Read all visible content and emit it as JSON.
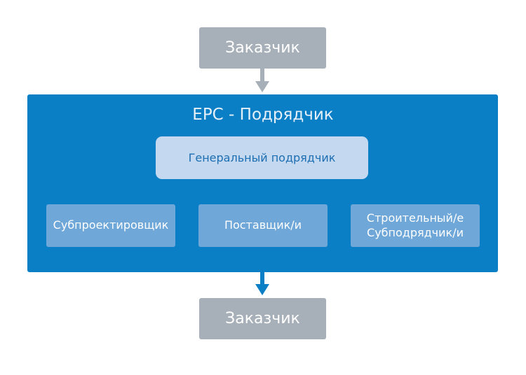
{
  "customer_top": {
    "label": "Заказчик"
  },
  "epc": {
    "title": "EPC - Подрядчик"
  },
  "general_contractor": {
    "label": "Генеральный подрядчик"
  },
  "subcontractors": [
    {
      "lines": [
        "Субпроектировщик"
      ]
    },
    {
      "lines": [
        "Поставщик/и"
      ]
    },
    {
      "lines": [
        "Строительный/е",
        "Субподрядчик/и"
      ]
    }
  ],
  "customer_bottom": {
    "label": "Заказчик"
  },
  "colors": {
    "panel": "#0b7fc6",
    "grey_box": "#a7b0b8",
    "general_box": "#c4d9ef",
    "sub_box": "#6ea7d8",
    "inner_arrow": "#c4d9ef",
    "grey_arrow": "#a7b0b8",
    "blue_arrow": "#0b7fc6"
  }
}
